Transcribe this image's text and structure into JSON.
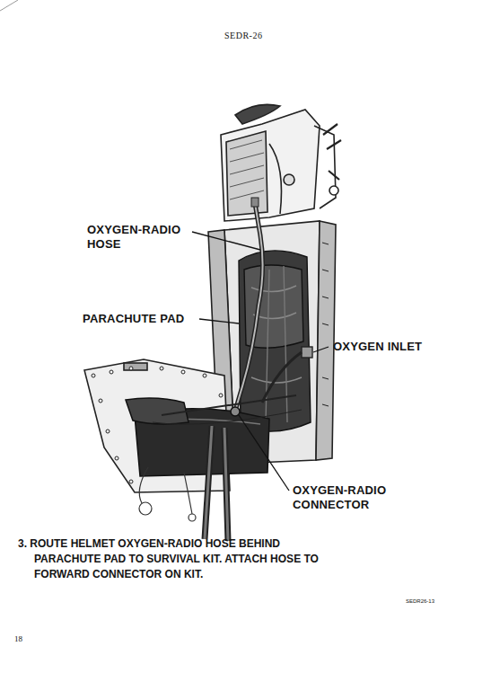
{
  "diagram": {
    "caption": "3. ROUTE HELMET OXYGEN-RADIO HOSE BEHIND PARACHUTE PAD TO SURVIVAL KIT. ATTACH HOSE TO FORWARD CONNECTOR ON KIT.",
    "labels": [
      "SEDR-26",
      "OXYGEN-RADIO HOSE",
      "PARACHUTE PAD",
      "OXYGEN INLET",
      "OXYGEN-RADIO CONNECTOR",
      "SEDR26-13",
      "18"
    ]
  }
}
